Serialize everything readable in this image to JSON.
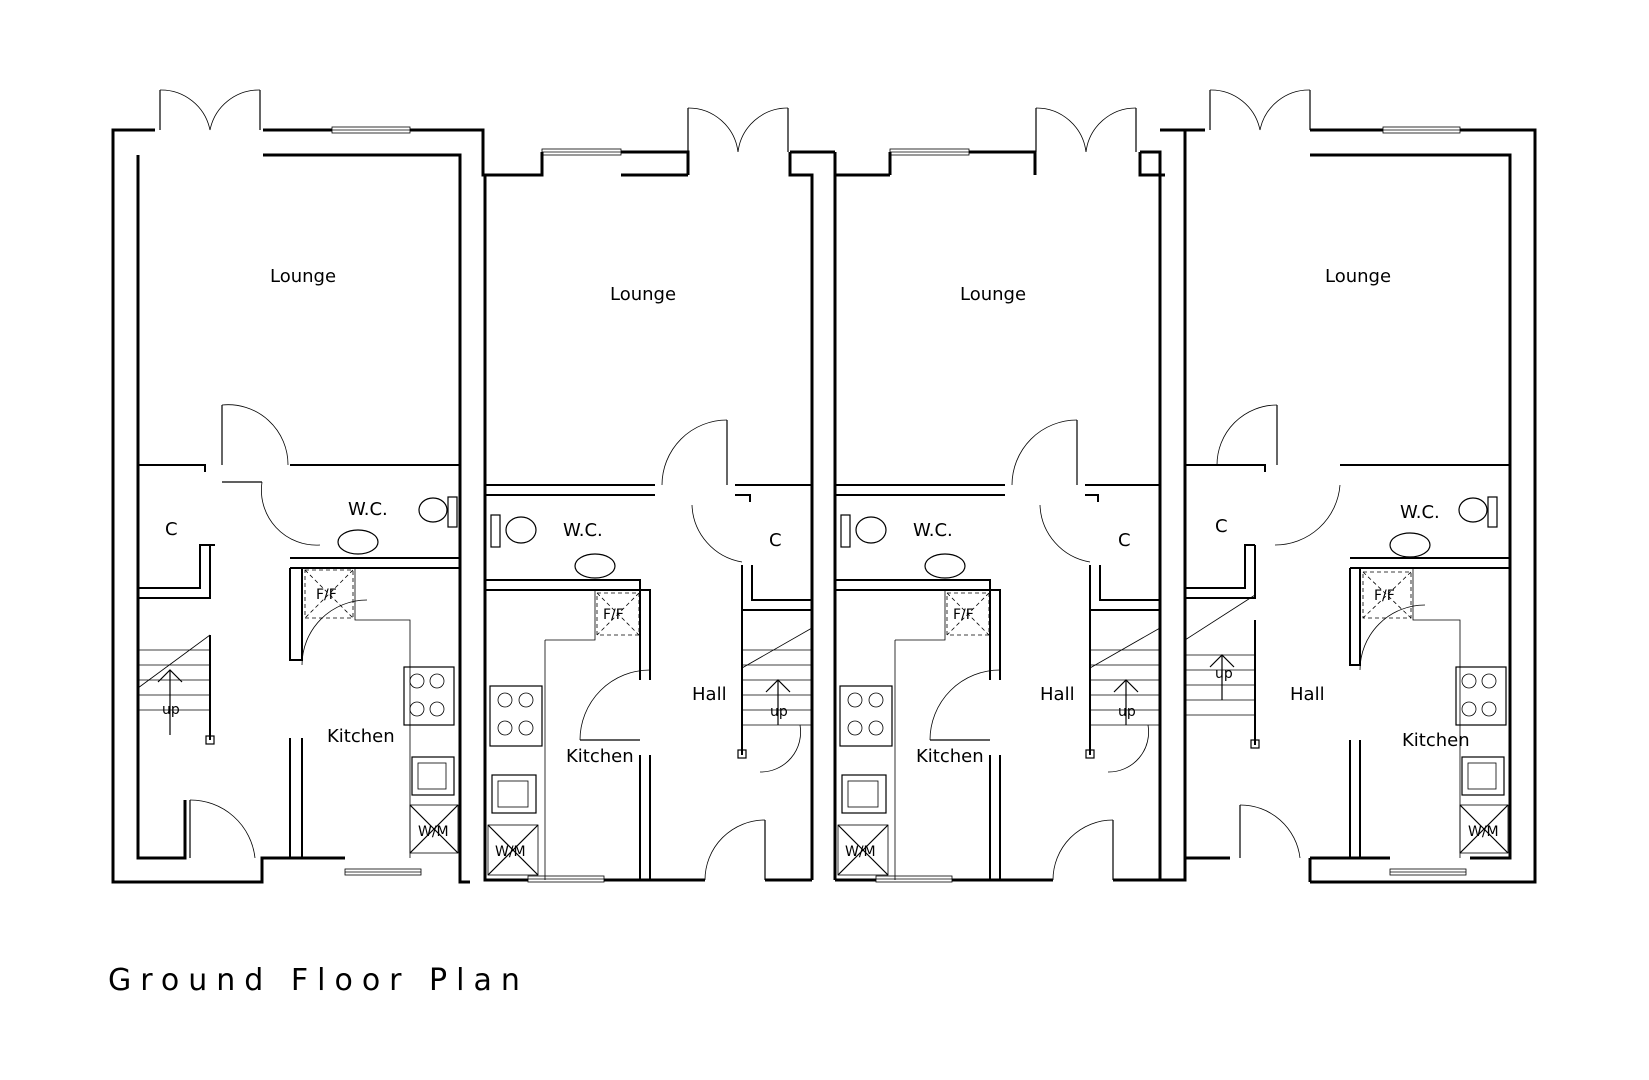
{
  "title": "Ground Floor Plan",
  "units": [
    {
      "lounge": "Lounge",
      "wc": "W.C.",
      "cupboard": "C",
      "kitchen": "Kitchen",
      "hall": "",
      "stairs": "up",
      "fridge": "F/F",
      "washer": "W/M"
    },
    {
      "lounge": "Lounge",
      "wc": "W.C.",
      "cupboard": "C",
      "kitchen": "Kitchen",
      "hall": "Hall",
      "stairs": "up",
      "fridge": "F/F",
      "washer": "W/M"
    },
    {
      "lounge": "Lounge",
      "wc": "W.C.",
      "cupboard": "C",
      "kitchen": "Kitchen",
      "hall": "Hall",
      "stairs": "up",
      "fridge": "F/F",
      "washer": "W/M"
    },
    {
      "lounge": "Lounge",
      "wc": "W.C.",
      "cupboard": "C",
      "kitchen": "Kitchen",
      "hall": "Hall",
      "stairs": "up",
      "fridge": "F/F",
      "washer": "W/M"
    }
  ],
  "icons": {
    "door": "door-swing-icon",
    "window": "window-icon",
    "toilet": "toilet-icon",
    "basin": "basin-icon",
    "hob": "hob-icon",
    "sink": "sink-icon",
    "fridge": "fridge-freezer-icon",
    "washer": "washing-machine-icon",
    "stairs": "stairs-icon"
  }
}
